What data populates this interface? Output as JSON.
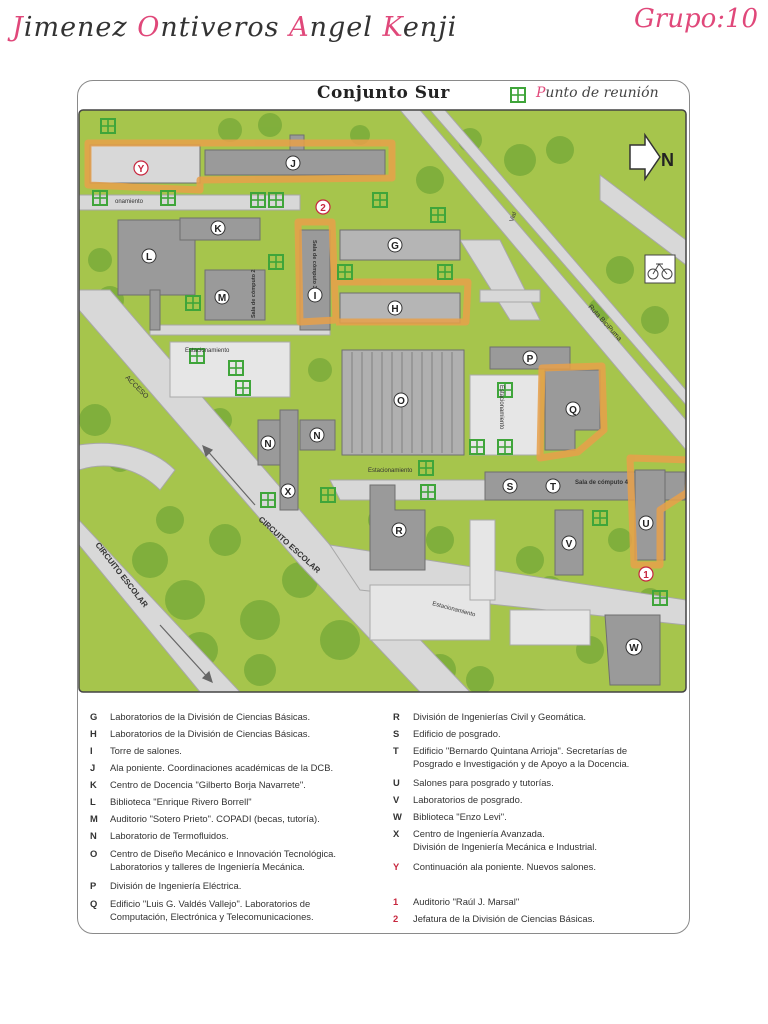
{
  "header": {
    "name_parts": [
      {
        "cap": "J",
        "rest": "imenez "
      },
      {
        "cap": "O",
        "rest": "ntiveros "
      },
      {
        "cap": "A",
        "rest": "ngel "
      },
      {
        "cap": "K",
        "rest": "enji"
      }
    ],
    "group": "Grupo:10"
  },
  "map": {
    "title": "Conjunto Sur",
    "meeting_point_label": "Punto de reunión",
    "north": "N",
    "building_labels": {
      "Y": "Y",
      "J": "J",
      "K": "K",
      "L": "L",
      "M": "M",
      "G": "G",
      "H": "H",
      "I": "I",
      "O": "O",
      "P": "P",
      "Q": "Q",
      "N": "N",
      "X": "X",
      "R": "R",
      "S": "S",
      "T": "T",
      "U": "U",
      "V": "V",
      "W": "W",
      "one": "1",
      "two": "2"
    },
    "text_labels": {
      "estacionamiento": "Estacionamiento",
      "estacionamiento_short": "onamiento",
      "sala2": "Sala de cómputo 2",
      "sala3": "Sala de cómputo 3",
      "sala4": "Sala de cómputo 4",
      "acceso": "ACCESO",
      "circuito_escolar": "CIRCUITO ESCOLAR",
      "ruta": "Ruta BiciPuma",
      "vial": "Vial"
    },
    "colors": {
      "grass": "#a6c54c",
      "tree": "#7fae3c",
      "road": "#d8d8d8",
      "building": "#9a9a9a",
      "highlight": "#e8a04a",
      "meeting_point": "#3fa53a",
      "marker_red": "#c7263e"
    }
  },
  "legend": {
    "left": [
      {
        "key": "G",
        "text": "Laboratorios de la División de Ciencias Básicas."
      },
      {
        "key": "H",
        "text": "Laboratorios de la División de Ciencias Básicas."
      },
      {
        "key": "I",
        "text": "Torre de salones."
      },
      {
        "key": "J",
        "text": "Ala poniente. Coordinaciones académicas de la DCB."
      },
      {
        "key": "K",
        "text": "Centro de Docencia \"Gilberto Borja Navarrete\"."
      },
      {
        "key": "L",
        "text": "Biblioteca \"Enrique Rivero Borrell\""
      },
      {
        "key": "M",
        "text": "Auditorio \"Sotero Prieto\". COPADI (becas, tutoría)."
      },
      {
        "key": "N",
        "text": "Laboratorio de Termofluidos."
      },
      {
        "key": "O",
        "text": "Centro de Diseño Mecánico e Innovación Tecnológica.\nLaboratorios y talleres de Ingeniería Mecánica."
      },
      {
        "key": "P",
        "text": "División de Ingeniería Eléctrica."
      },
      {
        "key": "Q",
        "text": "Edificio \"Luis G. Valdés Vallejo\". Laboratorios de\nComputación, Electrónica y Telecomunicaciones."
      }
    ],
    "right": [
      {
        "key": "R",
        "text": "División de Ingenierías Civil y Geomática."
      },
      {
        "key": "S",
        "text": "Edificio de posgrado."
      },
      {
        "key": "T",
        "text": "Edificio \"Bernardo Quintana Arrioja\". Secretarías de\nPosgrado e Investigación y de Apoyo a la Docencia."
      },
      {
        "key": "U",
        "text": "Salones para posgrado y tutorías."
      },
      {
        "key": "V",
        "text": "Laboratorios de posgrado."
      },
      {
        "key": "W",
        "text": "Biblioteca \"Enzo Levi\"."
      },
      {
        "key": "X",
        "text": "Centro de Ingeniería Avanzada.\nDivisión de Ingeniería Mecánica e Industrial."
      },
      {
        "key": "Y",
        "text": "Continuación ala poniente. Nuevos salones."
      },
      {
        "key": "1",
        "text": "Auditorio \"Raúl J. Marsal\""
      },
      {
        "key": "2",
        "text": "Jefatura de la División de Ciencias Básicas."
      }
    ]
  }
}
